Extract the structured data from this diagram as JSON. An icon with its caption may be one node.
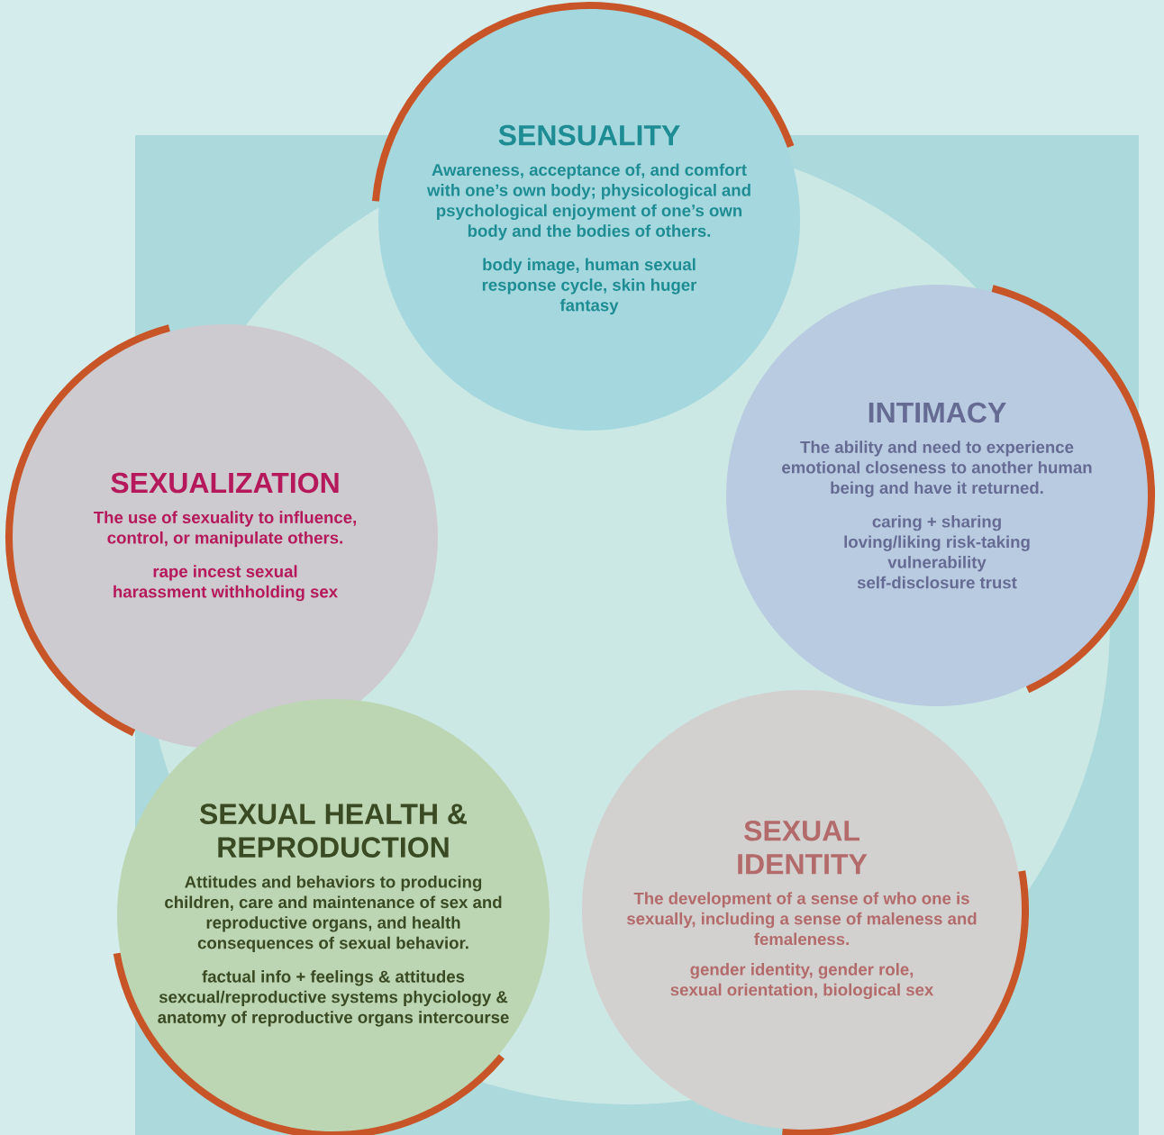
{
  "diagram": {
    "nodes": [
      {
        "text": [
          "SENSUALITY",
          "Awareness, acceptance of, and comfort with one’s own body; physicological and psychological enjoyment of one’s own body and the bodies of others.",
          "body image, human sexual response cycle, skin huger fantasy"
        ]
      },
      {
        "text": [
          "INTIMACY",
          "The ability and need to experience emotional closeness to another human being and have it returned.",
          "caring + sharing loving/liking risk-taking vulnerability self-disclosure trust"
        ]
      },
      {
        "text": [
          "SEXUALIZATION",
          "The use of sexuality to influence, control, or manipulate others.",
          "rape incest sexual harassment withholding sex"
        ]
      },
      {
        "text": [
          "SEXUAL HEALTH & REPRODUCTION",
          "Attitudes and behaviors to producing children, care and maintenance of sex and reproductive organs, and health consequences of sexual behavior.",
          "factual info + feelings & attitudes sexcual/reproductive systems phyciology & anatomy of reproductive organs intercourse"
        ]
      },
      {
        "text": [
          "SEXUAL IDENTITY",
          "The development of a sense of who one is sexually, including a sense of maleness and femaleness.",
          "gender identity, gender role, sexual orientation, biological sex"
        ]
      }
    ]
  }
}
